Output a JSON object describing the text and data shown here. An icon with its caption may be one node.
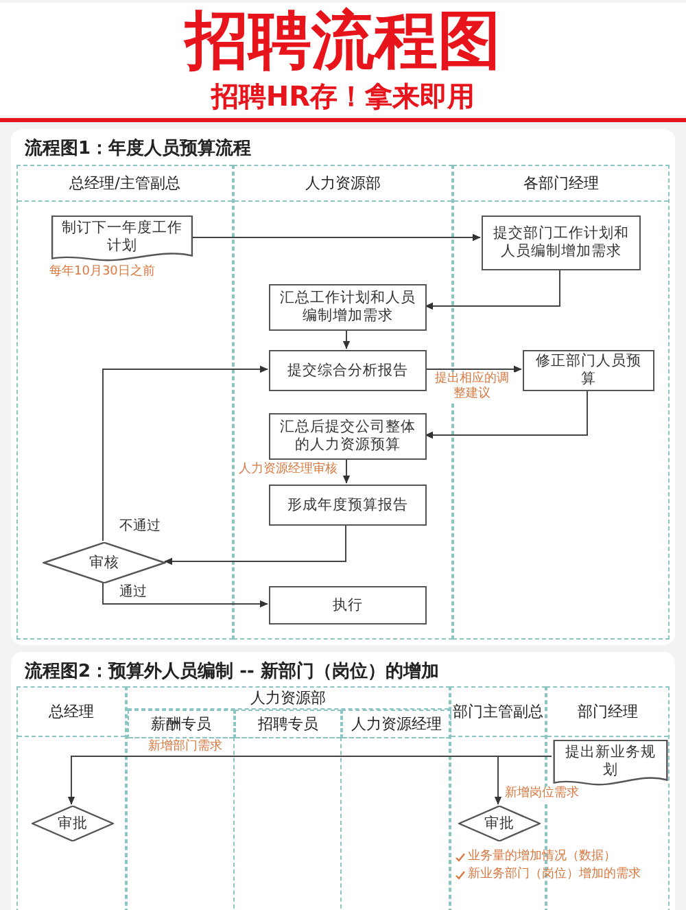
{
  "diagram": {
    "title": "招聘流程图",
    "nodes": [
      {
        "text": [
          "流程图1：年度人员预算流程"
        ]
      },
      {
        "text": [
          "总经理/主管副总"
        ],
        "in": 0
      },
      {
        "text": [
          "人力资源部"
        ],
        "in": 0
      },
      {
        "text": [
          "各部门经理"
        ],
        "in": 0
      },
      {
        "text": [
          "制订下一年度工作计划"
        ],
        "in": 1,
        "beside": [
          "每年10月30日之前"
        ]
      },
      {
        "text": [
          "提交部门工作计划和人员编制增加需求"
        ],
        "in": 3
      },
      {
        "text": [
          "汇总工作计划和人员编制增加需求"
        ],
        "in": 2
      },
      {
        "text": [
          "提交综合分析报告"
        ],
        "in": 2
      },
      {
        "text": [
          "修正部门人员预算"
        ],
        "in": 3
      },
      {
        "text": [
          "汇总后提交公司整体的人力资源预算"
        ],
        "in": 2
      },
      {
        "text": [
          "形成年度预算报告"
        ],
        "in": 2
      },
      {
        "text": [
          "审核"
        ],
        "in": 1
      },
      {
        "text": [
          "执行"
        ],
        "in": 2
      },
      {
        "text": [
          "流程图2：预算外人员编制 -- 新部门（岗位）的增加"
        ]
      },
      {
        "text": [
          "总经理"
        ],
        "in": 13
      },
      {
        "text": [
          "人力资源部"
        ],
        "in": 13
      },
      {
        "text": [
          "薪酬专员"
        ],
        "in": 15
      },
      {
        "text": [
          "招聘专员"
        ],
        "in": 15
      },
      {
        "text": [
          "人力资源经理"
        ],
        "in": 15
      },
      {
        "text": [
          "部门主管副总"
        ],
        "in": 13
      },
      {
        "text": [
          "部门经理"
        ],
        "in": 13
      },
      {
        "text": [
          "提出新业务规划"
        ],
        "in": 20,
        "beside": [
          "业务量的增加情况（数据）",
          "新业务部门（岗位）增加的需求"
        ]
      },
      {
        "text": [
          "审批"
        ],
        "in": 14
      },
      {
        "text": [
          "审批"
        ],
        "in": 19
      }
    ],
    "edges": [
      {
        "from": 4,
        "to": 5,
        "arrow": "to"
      },
      {
        "from": 5,
        "to": 6,
        "arrow": "to"
      },
      {
        "from": 6,
        "to": 7,
        "arrow": "to"
      },
      {
        "from": 7,
        "to": 8,
        "arrow": "to",
        "label": "提出相应的调整建议"
      },
      {
        "from": 8,
        "to": 9,
        "arrow": "to"
      },
      {
        "from": 9,
        "to": 10,
        "arrow": "to",
        "label": "人力资源经理审核"
      },
      {
        "from": 10,
        "to": 11,
        "arrow": "to"
      },
      {
        "from": 11,
        "to": 7,
        "arrow": "to",
        "label": "不通过"
      },
      {
        "from": 11,
        "to": 12,
        "arrow": "to",
        "label": "通过"
      },
      {
        "from": 21,
        "to": 22,
        "arrow": "to",
        "label": "新增部门需求"
      },
      {
        "from": 21,
        "to": 23,
        "arrow": "to",
        "label": "新增岗位需求"
      }
    ],
    "labels": [
      "招聘HR存！拿来即用"
    ]
  }
}
